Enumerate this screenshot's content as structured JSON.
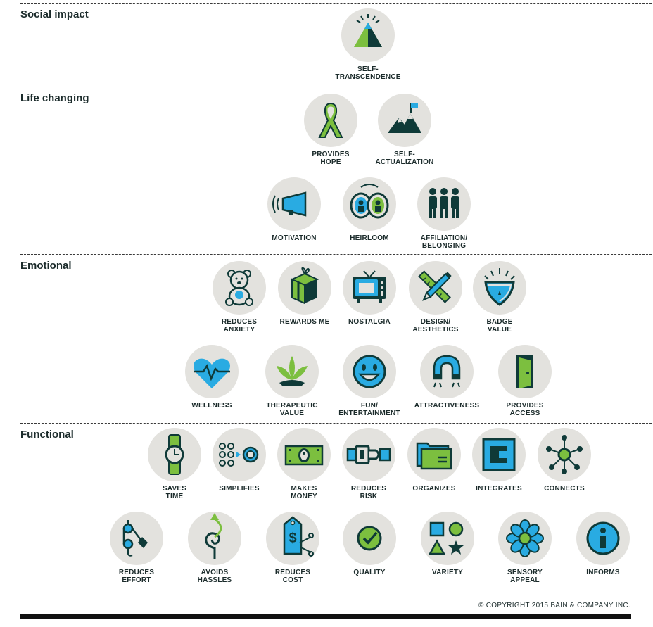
{
  "sections": {
    "social_impact": "Social impact",
    "life_changing": "Life changing",
    "emotional": "Emotional",
    "functional": "Functional"
  },
  "items": {
    "self_transcendence": [
      "SELF-",
      "TRANSCENDENCE"
    ],
    "provides_hope": [
      "PROVIDES",
      "HOPE"
    ],
    "self_actualization": [
      "SELF-",
      "ACTUALIZATION"
    ],
    "motivation": [
      "MOTIVATION"
    ],
    "heirloom": [
      "HEIRLOOM"
    ],
    "affiliation": [
      "AFFILIATION/",
      "BELONGING"
    ],
    "reduces_anxiety": [
      "REDUCES",
      "ANXIETY"
    ],
    "rewards_me": [
      "REWARDS ME"
    ],
    "nostalgia": [
      "NOSTALGIA"
    ],
    "design": [
      "DESIGN/",
      "AESTHETICS"
    ],
    "badge_value": [
      "BADGE",
      "VALUE"
    ],
    "wellness": [
      "WELLNESS"
    ],
    "therapeutic": [
      "THERAPEUTIC",
      "VALUE"
    ],
    "fun": [
      "FUN/",
      "ENTERTAINMENT"
    ],
    "attractiveness": [
      "ATTRACTIVENESS"
    ],
    "provides_access": [
      "PROVIDES",
      "ACCESS"
    ],
    "saves_time": [
      "SAVES",
      "TIME"
    ],
    "simplifies": [
      "SIMPLIFIES"
    ],
    "makes_money": [
      "MAKES",
      "MONEY"
    ],
    "reduces_risk": [
      "REDUCES",
      "RISK"
    ],
    "organizes": [
      "ORGANIZES"
    ],
    "integrates": [
      "INTEGRATES"
    ],
    "connects": [
      "CONNECTS"
    ],
    "reduces_effort": [
      "REDUCES",
      "EFFORT"
    ],
    "avoids_hassles": [
      "AVOIDS",
      "HASSLES"
    ],
    "reduces_cost": [
      "REDUCES",
      "COST"
    ],
    "quality": [
      "QUALITY"
    ],
    "variety": [
      "VARIETY"
    ],
    "sensory_appeal": [
      "SENSORY",
      "APPEAL"
    ],
    "informs": [
      "INFORMS"
    ]
  },
  "copyright": "© COPYRIGHT 2015 BAIN & COMPANY INC.",
  "colors": {
    "dark": "#0f3a38",
    "green": "#7cbf3f",
    "blue": "#29abe2",
    "circle": "#e3e2de"
  }
}
